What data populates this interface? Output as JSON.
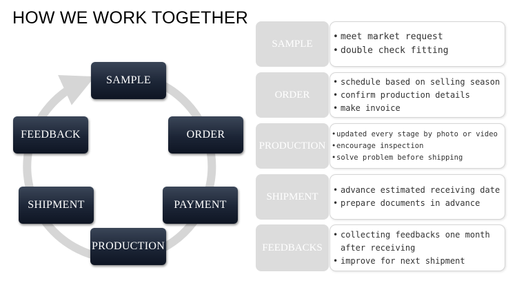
{
  "title": "HOW WE WORK TOGETHER",
  "cycle": {
    "nodes": [
      "SAMPLE",
      "ORDER",
      "PAYMENT",
      "PRODUCTION",
      "SHIPMENT",
      "FEEDBACK"
    ],
    "arrow_color": "#d6d6d6"
  },
  "steps": [
    {
      "label": "SAMPLE",
      "bullets": [
        "meet market request",
        "double check fitting"
      ]
    },
    {
      "label": "ORDER",
      "bullets": [
        "schedule based on selling season",
        "confirm production details",
        "make invoice"
      ]
    },
    {
      "label": "PRODUCTION",
      "bullets": [
        "updated every stage by photo or video",
        "encourage inspection",
        "solve problem before shipping"
      ]
    },
    {
      "label": "SHIPMENT",
      "bullets": [
        "advance estimated receiving date",
        "prepare documents in advance"
      ]
    },
    {
      "label": "FEEDBACKS",
      "bullets": [
        "collecting feedbacks one month after receiving",
        "improve for next shipment"
      ]
    }
  ],
  "colors": {
    "node_dark": "#1c2536",
    "label_gray": "#dcdcdc"
  }
}
